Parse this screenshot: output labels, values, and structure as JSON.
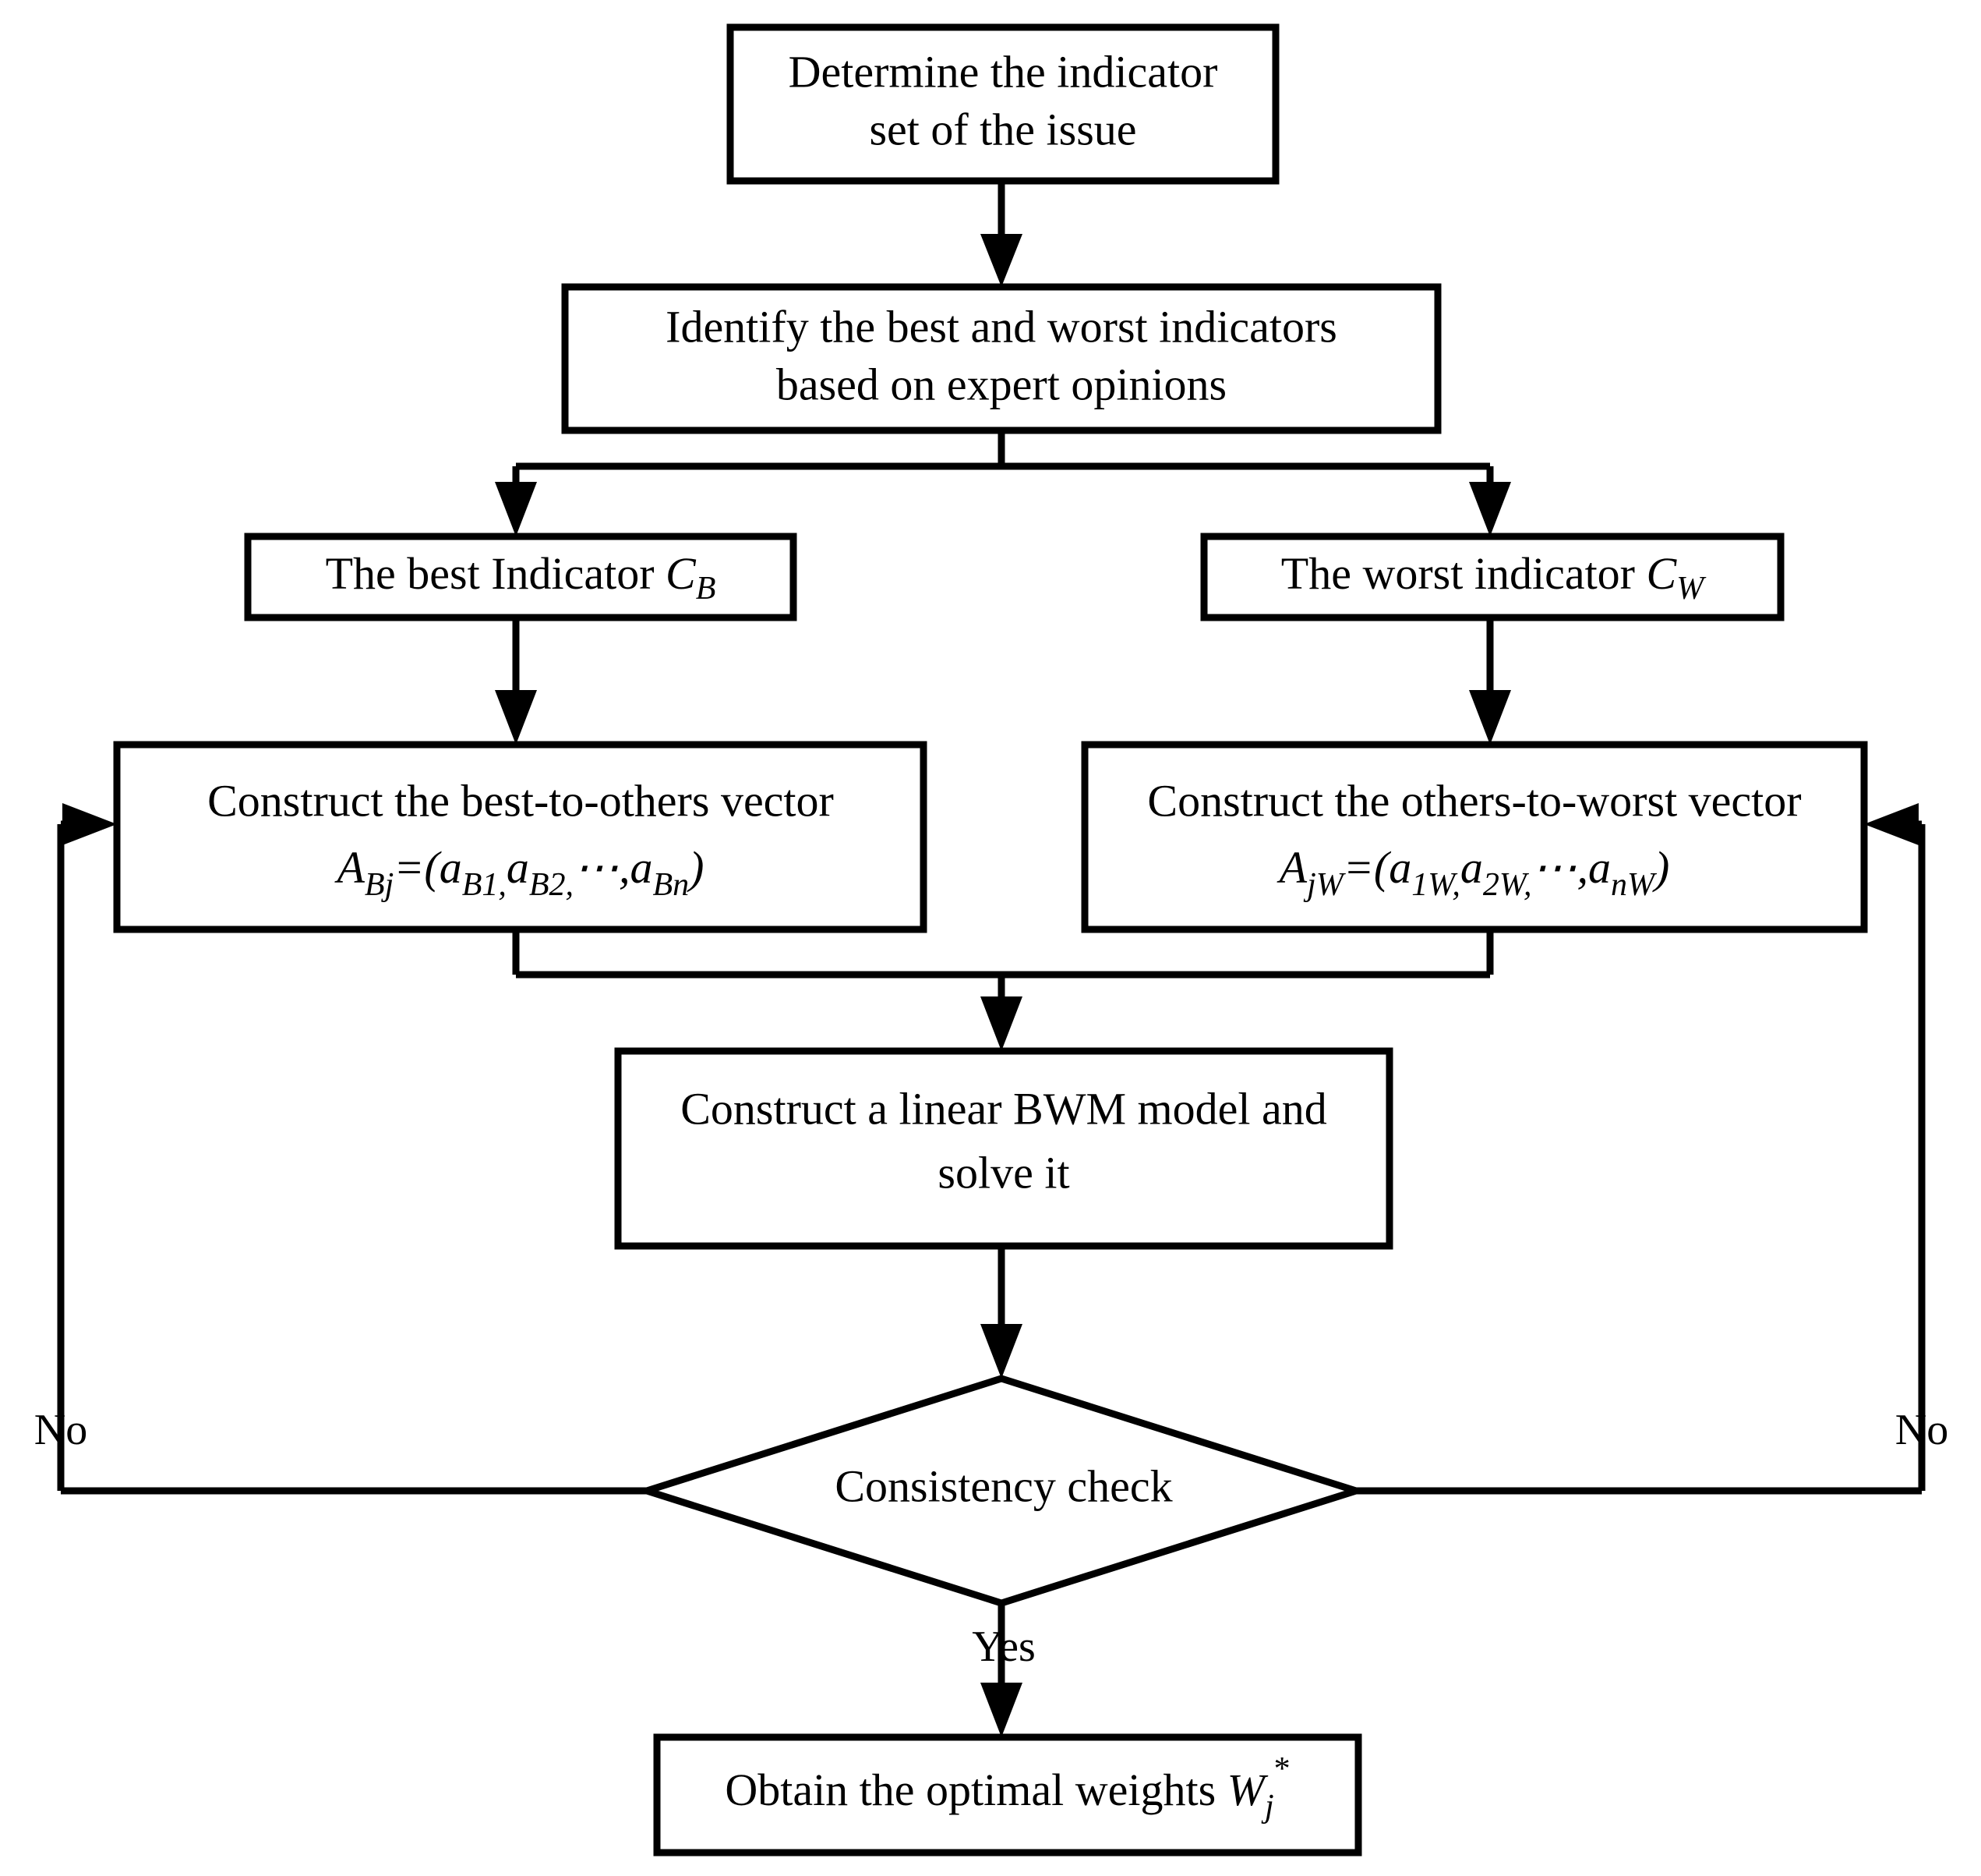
{
  "diagram": {
    "title": "Best-Worst Method (BWM) procedure flowchart",
    "type": "flowchart",
    "background_color": "#ffffff",
    "line_color": "#000000",
    "text_color": "#000000"
  },
  "nodes": {
    "determine_indicator_set": {
      "shape": "process",
      "line1": "Determine the indicator",
      "line2": "set of the issue"
    },
    "identify_best_worst": {
      "shape": "process",
      "line1": "Identify the best and worst indicators",
      "line2": "based on expert opinions"
    },
    "best_indicator": {
      "shape": "process",
      "prefix": "The best Indicator ",
      "symbol": "C",
      "subscript": "B"
    },
    "worst_indicator": {
      "shape": "process",
      "prefix": "The worst indicator ",
      "symbol": "C",
      "subscript": "W"
    },
    "best_to_others": {
      "shape": "process",
      "line1": "Construct the best-to-others vector",
      "formula": {
        "lhs_symbol": "A",
        "lhs_sub": "Bj",
        "equals": "=(",
        "term1_symbol": "a",
        "term1_sub": "B1,",
        "term2_symbol": "a",
        "term2_sub": "B2,",
        "ellipsis": "⋯,",
        "term3_symbol": "a",
        "term3_sub": "Bn",
        "close": ")"
      }
    },
    "others_to_worst": {
      "shape": "process",
      "line1": "Construct the others-to-worst vector",
      "formula": {
        "lhs_symbol": "A",
        "lhs_sub": "jW",
        "equals": "=(",
        "term1_symbol": "a",
        "term1_sub": "1W,",
        "term2_symbol": "a",
        "term2_sub": "2W,",
        "ellipsis": "⋯,",
        "term3_symbol": "a",
        "term3_sub": "nW",
        "close": ")"
      }
    },
    "linear_bwm_model": {
      "shape": "process",
      "line1": "Construct a linear BWM model and",
      "line2": "solve it"
    },
    "consistency_check": {
      "shape": "decision",
      "label": "Consistency check"
    },
    "optimal_weights": {
      "shape": "process",
      "prefix": "Obtain the optimal weights ",
      "symbol": "W",
      "subscript": "j",
      "superscript": "*"
    }
  },
  "edge_labels": {
    "no_left": "No",
    "no_right": "No",
    "yes": "Yes"
  }
}
